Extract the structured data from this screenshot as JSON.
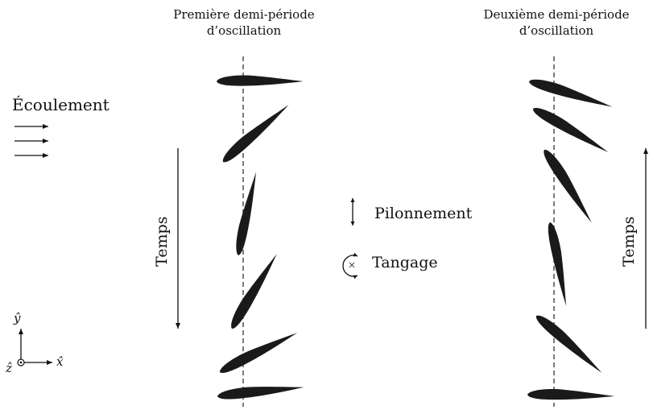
{
  "titles": {
    "first_line1": "Première demi-période",
    "first_line2": "d’oscillation",
    "second_line1": "Deuxième demi-période",
    "second_line2": "d’oscillation"
  },
  "flow_label": "Écoulement",
  "time_left": "Temps",
  "time_right": "Temps",
  "legend": {
    "heave": "Pilonnement",
    "pitch": "Tangage"
  },
  "axes": {
    "x": "x̂",
    "y": "ŷ",
    "z": "ẑ"
  },
  "colors": {
    "ink": "#111111",
    "foil": "#1a1a1a"
  }
}
